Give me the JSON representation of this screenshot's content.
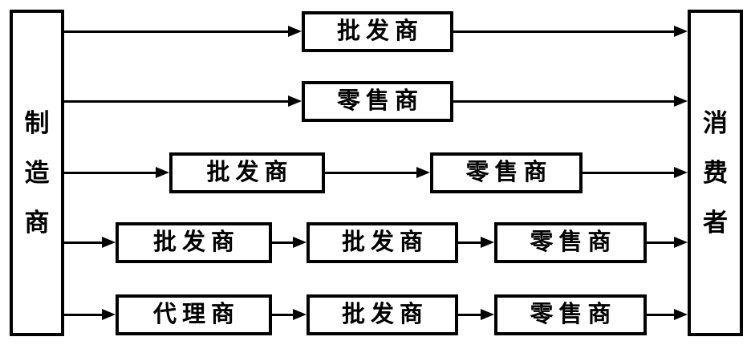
{
  "diagram": {
    "title": "distribution-channels-flowchart",
    "colors": {
      "line": "#000000",
      "box_fill": "#ffffff",
      "background": "#ffffff"
    },
    "left_node": {
      "label": "制造商",
      "chars": [
        "制",
        "造",
        "商"
      ]
    },
    "right_node": {
      "label": "消费者",
      "chars": [
        "消",
        "费",
        "者"
      ]
    },
    "rows": [
      {
        "nodes": [
          "批发商"
        ]
      },
      {
        "nodes": [
          "零售商"
        ]
      },
      {
        "nodes": [
          "批发商",
          "零售商"
        ]
      },
      {
        "nodes": [
          "批发商",
          "批发商",
          "零售商"
        ]
      },
      {
        "nodes": [
          "代理商",
          "批发商",
          "零售商"
        ]
      }
    ]
  }
}
